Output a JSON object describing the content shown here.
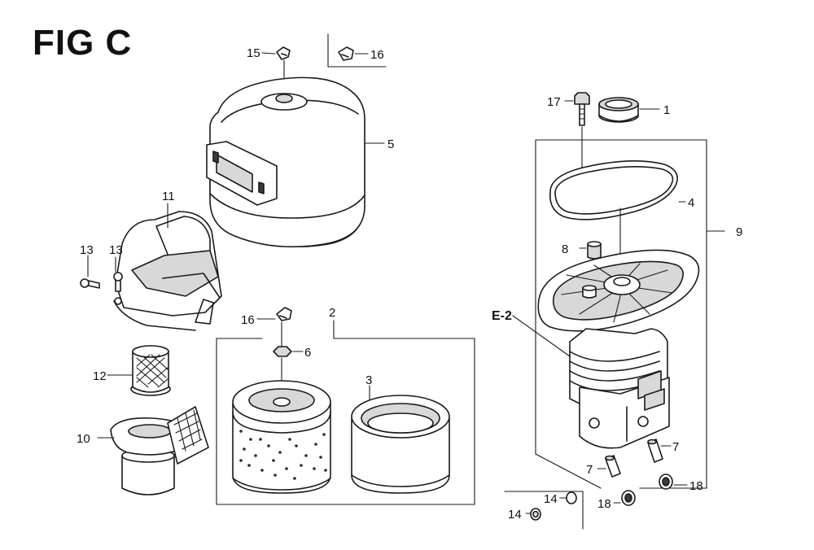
{
  "figure": {
    "title": "FIG C"
  },
  "callouts": {
    "p1": "1",
    "p2": "2",
    "p3": "3",
    "p4": "4",
    "p5": "5",
    "p6": "6",
    "p7a": "7",
    "p7b": "7",
    "p8": "8",
    "p9": "9",
    "p10": "10",
    "p11": "11",
    "p12": "12",
    "p13a": "13",
    "p13b": "13",
    "p14a": "14",
    "p14b": "14",
    "p15": "15",
    "p16a": "16",
    "p16b": "16",
    "p17": "17",
    "p18a": "18",
    "p18b": "18",
    "e2": "E-2"
  }
}
